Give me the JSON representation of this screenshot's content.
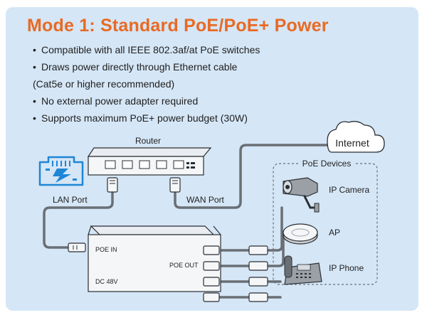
{
  "title": "Mode 1: Standard PoE/PoE+ Power",
  "bullets": [
    "Compatible with all IEEE 802.3af/at PoE switches",
    "Draws power directly through Ethernet cable",
    "(Cat5e or higher recommended)",
    "No external power adapter required",
    "Supports maximum PoE+ power budget (30W)"
  ],
  "diagram": {
    "router_label": "Router",
    "internet_label": "Internet",
    "lan_port_label": "LAN Port",
    "wan_port_label": "WAN Port",
    "poe_devices_label": "PoE Devices",
    "poe_in_label": "POE IN",
    "poe_out_label": "POE OUT",
    "dc_label": "DC 48V",
    "devices": [
      "IP Camera",
      "AP",
      "IP Phone"
    ]
  },
  "colors": {
    "panel_bg": "#d5e6f6",
    "title": "#e86a24",
    "accent_blue": "#1f86d6",
    "device_gray": "#9aa0a6"
  }
}
